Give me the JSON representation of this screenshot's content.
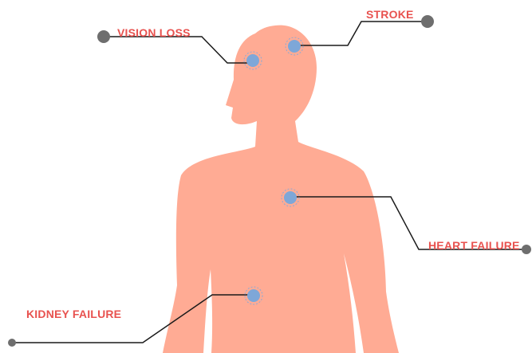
{
  "colors": {
    "body": "#ffab94",
    "label": "#e8524f",
    "leader_line": "#1a1a1a",
    "endpoint_dot": "#6e6e6e",
    "marker_fill": "#7ea7d8",
    "marker_ring": "#8aa9d6"
  },
  "labels": {
    "vision_loss": "VISION LOSS",
    "stroke": "STROKE",
    "heart_failure": "HEART FAILURE",
    "kidney_failure": "KIDNEY FAILURE"
  }
}
